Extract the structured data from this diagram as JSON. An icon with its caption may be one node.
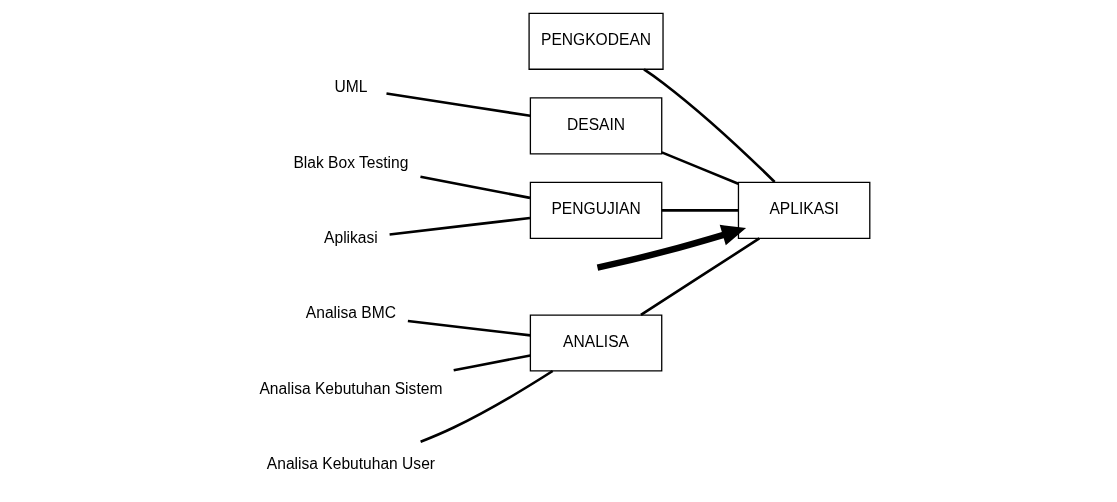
{
  "diagram": {
    "nodes": [
      {
        "text": [
          "ANALISA"
        ]
      },
      {
        "text": [
          "Analisa BMC"
        ]
      },
      {
        "text": [
          "Analisa Kebutuhan Sistem"
        ]
      },
      {
        "text": [
          "Analisa Kebutuhan User"
        ]
      },
      {
        "text": [
          "PENGKODEAN"
        ]
      },
      {
        "text": [
          "DESAIN"
        ]
      },
      {
        "text": [
          "UML"
        ]
      },
      {
        "text": [
          "PENGUJIAN"
        ]
      },
      {
        "text": [
          "Blak Box Testing"
        ]
      },
      {
        "text": [
          "Aplikasi"
        ]
      },
      {
        "text": [
          "APLIKASI"
        ]
      }
    ],
    "edges": [
      {
        "from": 1,
        "to": 0,
        "arrow": "none"
      },
      {
        "from": 2,
        "to": 0,
        "arrow": "none"
      },
      {
        "from": 3,
        "to": 0,
        "arrow": "none"
      },
      {
        "from": 0,
        "to": 10,
        "arrow": "none"
      },
      {
        "from": 4,
        "to": 10,
        "arrow": "none"
      },
      {
        "from": 6,
        "to": 5,
        "arrow": "none"
      },
      {
        "from": 5,
        "to": 10,
        "arrow": "none"
      },
      {
        "from": 8,
        "to": 7,
        "arrow": "none"
      },
      {
        "from": 9,
        "to": 7,
        "arrow": "none"
      },
      {
        "from": 7,
        "to": 10,
        "arrow": "none"
      },
      {
        "from": null,
        "to": 10,
        "arrow": "to",
        "style": "thick"
      }
    ]
  }
}
